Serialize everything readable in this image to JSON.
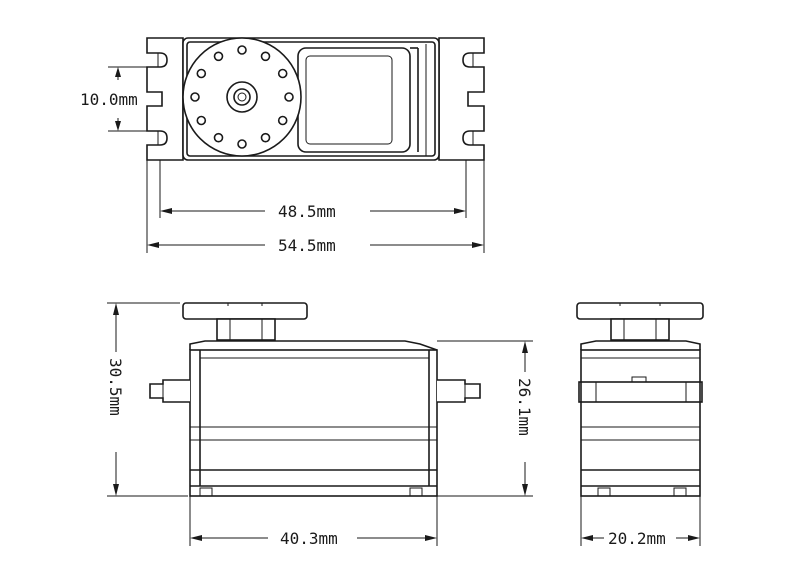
{
  "dimensions": {
    "mount_hole_spacing": "10.0mm",
    "mount_hole_span": "48.5mm",
    "overall_length": "54.5mm",
    "total_height": "30.5mm",
    "case_height": "26.1mm",
    "case_length": "40.3mm",
    "case_width": "20.2mm"
  },
  "views": [
    "top-view",
    "side-view",
    "end-view"
  ]
}
